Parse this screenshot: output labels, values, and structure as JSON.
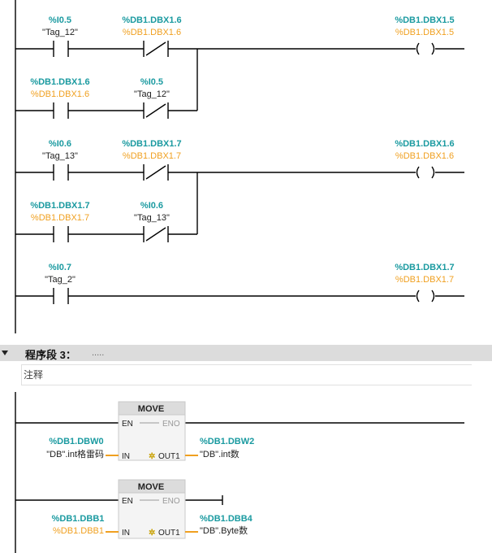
{
  "network2": {
    "rung1": {
      "c1_addr": "%I0.5",
      "c1_tag": "\"Tag_12\"",
      "c2_addr": "%DB1.DBX1.6",
      "c2_tag": "%DB1.DBX1.6",
      "coil_addr": "%DB1.DBX1.5",
      "coil_tag": "%DB1.DBX1.5",
      "b1_addr": "%DB1.DBX1.6",
      "b1_tag": "%DB1.DBX1.6",
      "b2_addr": "%I0.5",
      "b2_tag": "\"Tag_12\""
    },
    "rung2": {
      "c1_addr": "%I0.6",
      "c1_tag": "\"Tag_13\"",
      "c2_addr": "%DB1.DBX1.7",
      "c2_tag": "%DB1.DBX1.7",
      "coil_addr": "%DB1.DBX1.6",
      "coil_tag": "%DB1.DBX1.6",
      "b1_addr": "%DB1.DBX1.7",
      "b1_tag": "%DB1.DBX1.7",
      "b2_addr": "%I0.6",
      "b2_tag": "\"Tag_13\""
    },
    "rung3": {
      "c1_addr": "%I0.7",
      "c1_tag": "\"Tag_2\"",
      "coil_addr": "%DB1.DBX1.7",
      "coil_tag": "%DB1.DBX1.7"
    }
  },
  "network3": {
    "title": "程序段 3：",
    "dots": ".....",
    "comment": "注释",
    "move1": {
      "name": "MOVE",
      "en": "EN",
      "eno": "ENO",
      "in": "IN",
      "out": "OUT1",
      "in_addr": "%DB1.DBW0",
      "in_tag": "\"DB\".int格雷码",
      "out_addr": "%DB1.DBW2",
      "out_tag": "\"DB\".int数"
    },
    "move2": {
      "name": "MOVE",
      "en": "EN",
      "eno": "ENO",
      "in": "IN",
      "out": "OUT1",
      "in_addr": "%DB1.DBB1",
      "in_tag": "%DB1.DBB1",
      "out_addr": "%DB1.DBB4",
      "out_tag": "\"DB\".Byte数"
    }
  },
  "colors": {
    "address": "#1a9aa0",
    "tag_orange": "#f0a020",
    "wire": "#000000",
    "block_header": "#dcdcdc",
    "power_flow": "#f0a020"
  }
}
